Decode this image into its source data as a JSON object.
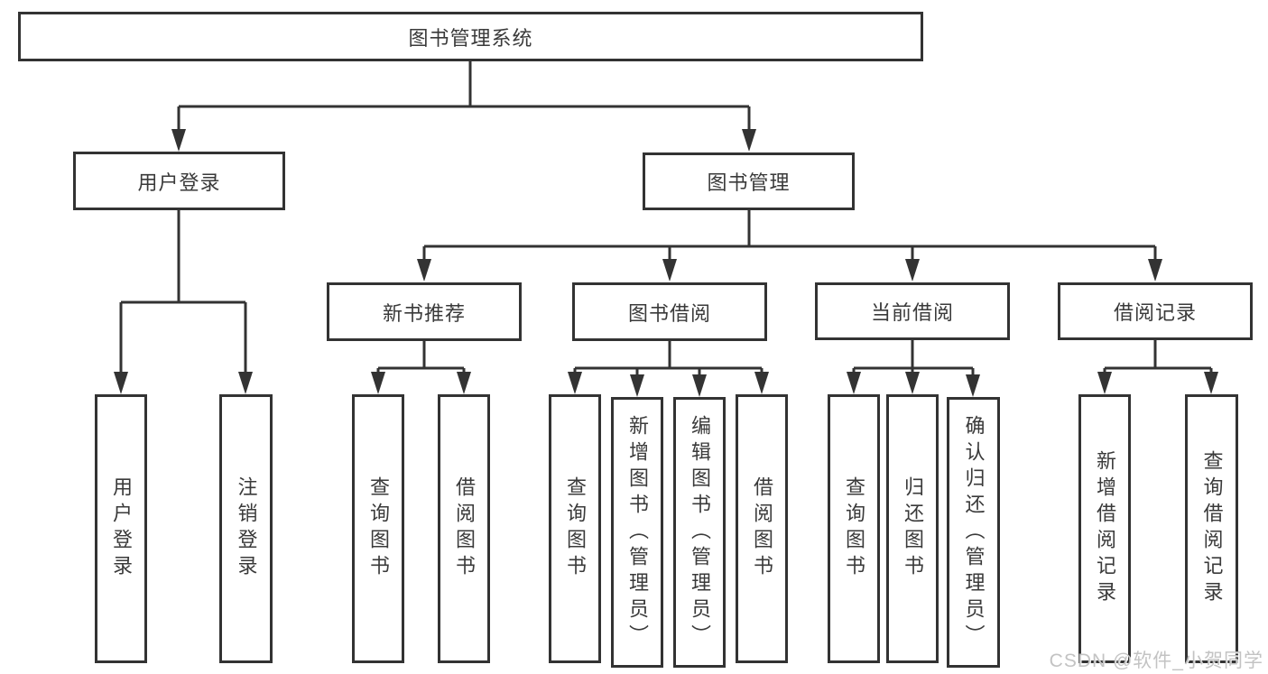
{
  "tree": {
    "root": "图书管理系统",
    "branches": [
      {
        "label": "用户登录",
        "children": [
          "用户登录",
          "注销登录"
        ]
      },
      {
        "label": "图书管理",
        "groups": [
          {
            "label": "新书推荐",
            "children": [
              "查询图书",
              "借阅图书"
            ]
          },
          {
            "label": "图书借阅",
            "children": [
              "查询图书",
              "新增图书（管理员）",
              "编辑图书（管理员）",
              "借阅图书"
            ]
          },
          {
            "label": "当前借阅",
            "children": [
              "查询图书",
              "归还图书",
              "确认归还（管理员）"
            ]
          },
          {
            "label": "借阅记录",
            "children": [
              "新增借阅记录",
              "查询借阅记录"
            ]
          }
        ]
      }
    ]
  },
  "watermark": {
    "text": "CSDN @软件_小贺同学"
  },
  "colors": {
    "line": "#333333",
    "box_border": "#333333",
    "background": "#ffffff",
    "watermark": "#c0c0c0"
  }
}
